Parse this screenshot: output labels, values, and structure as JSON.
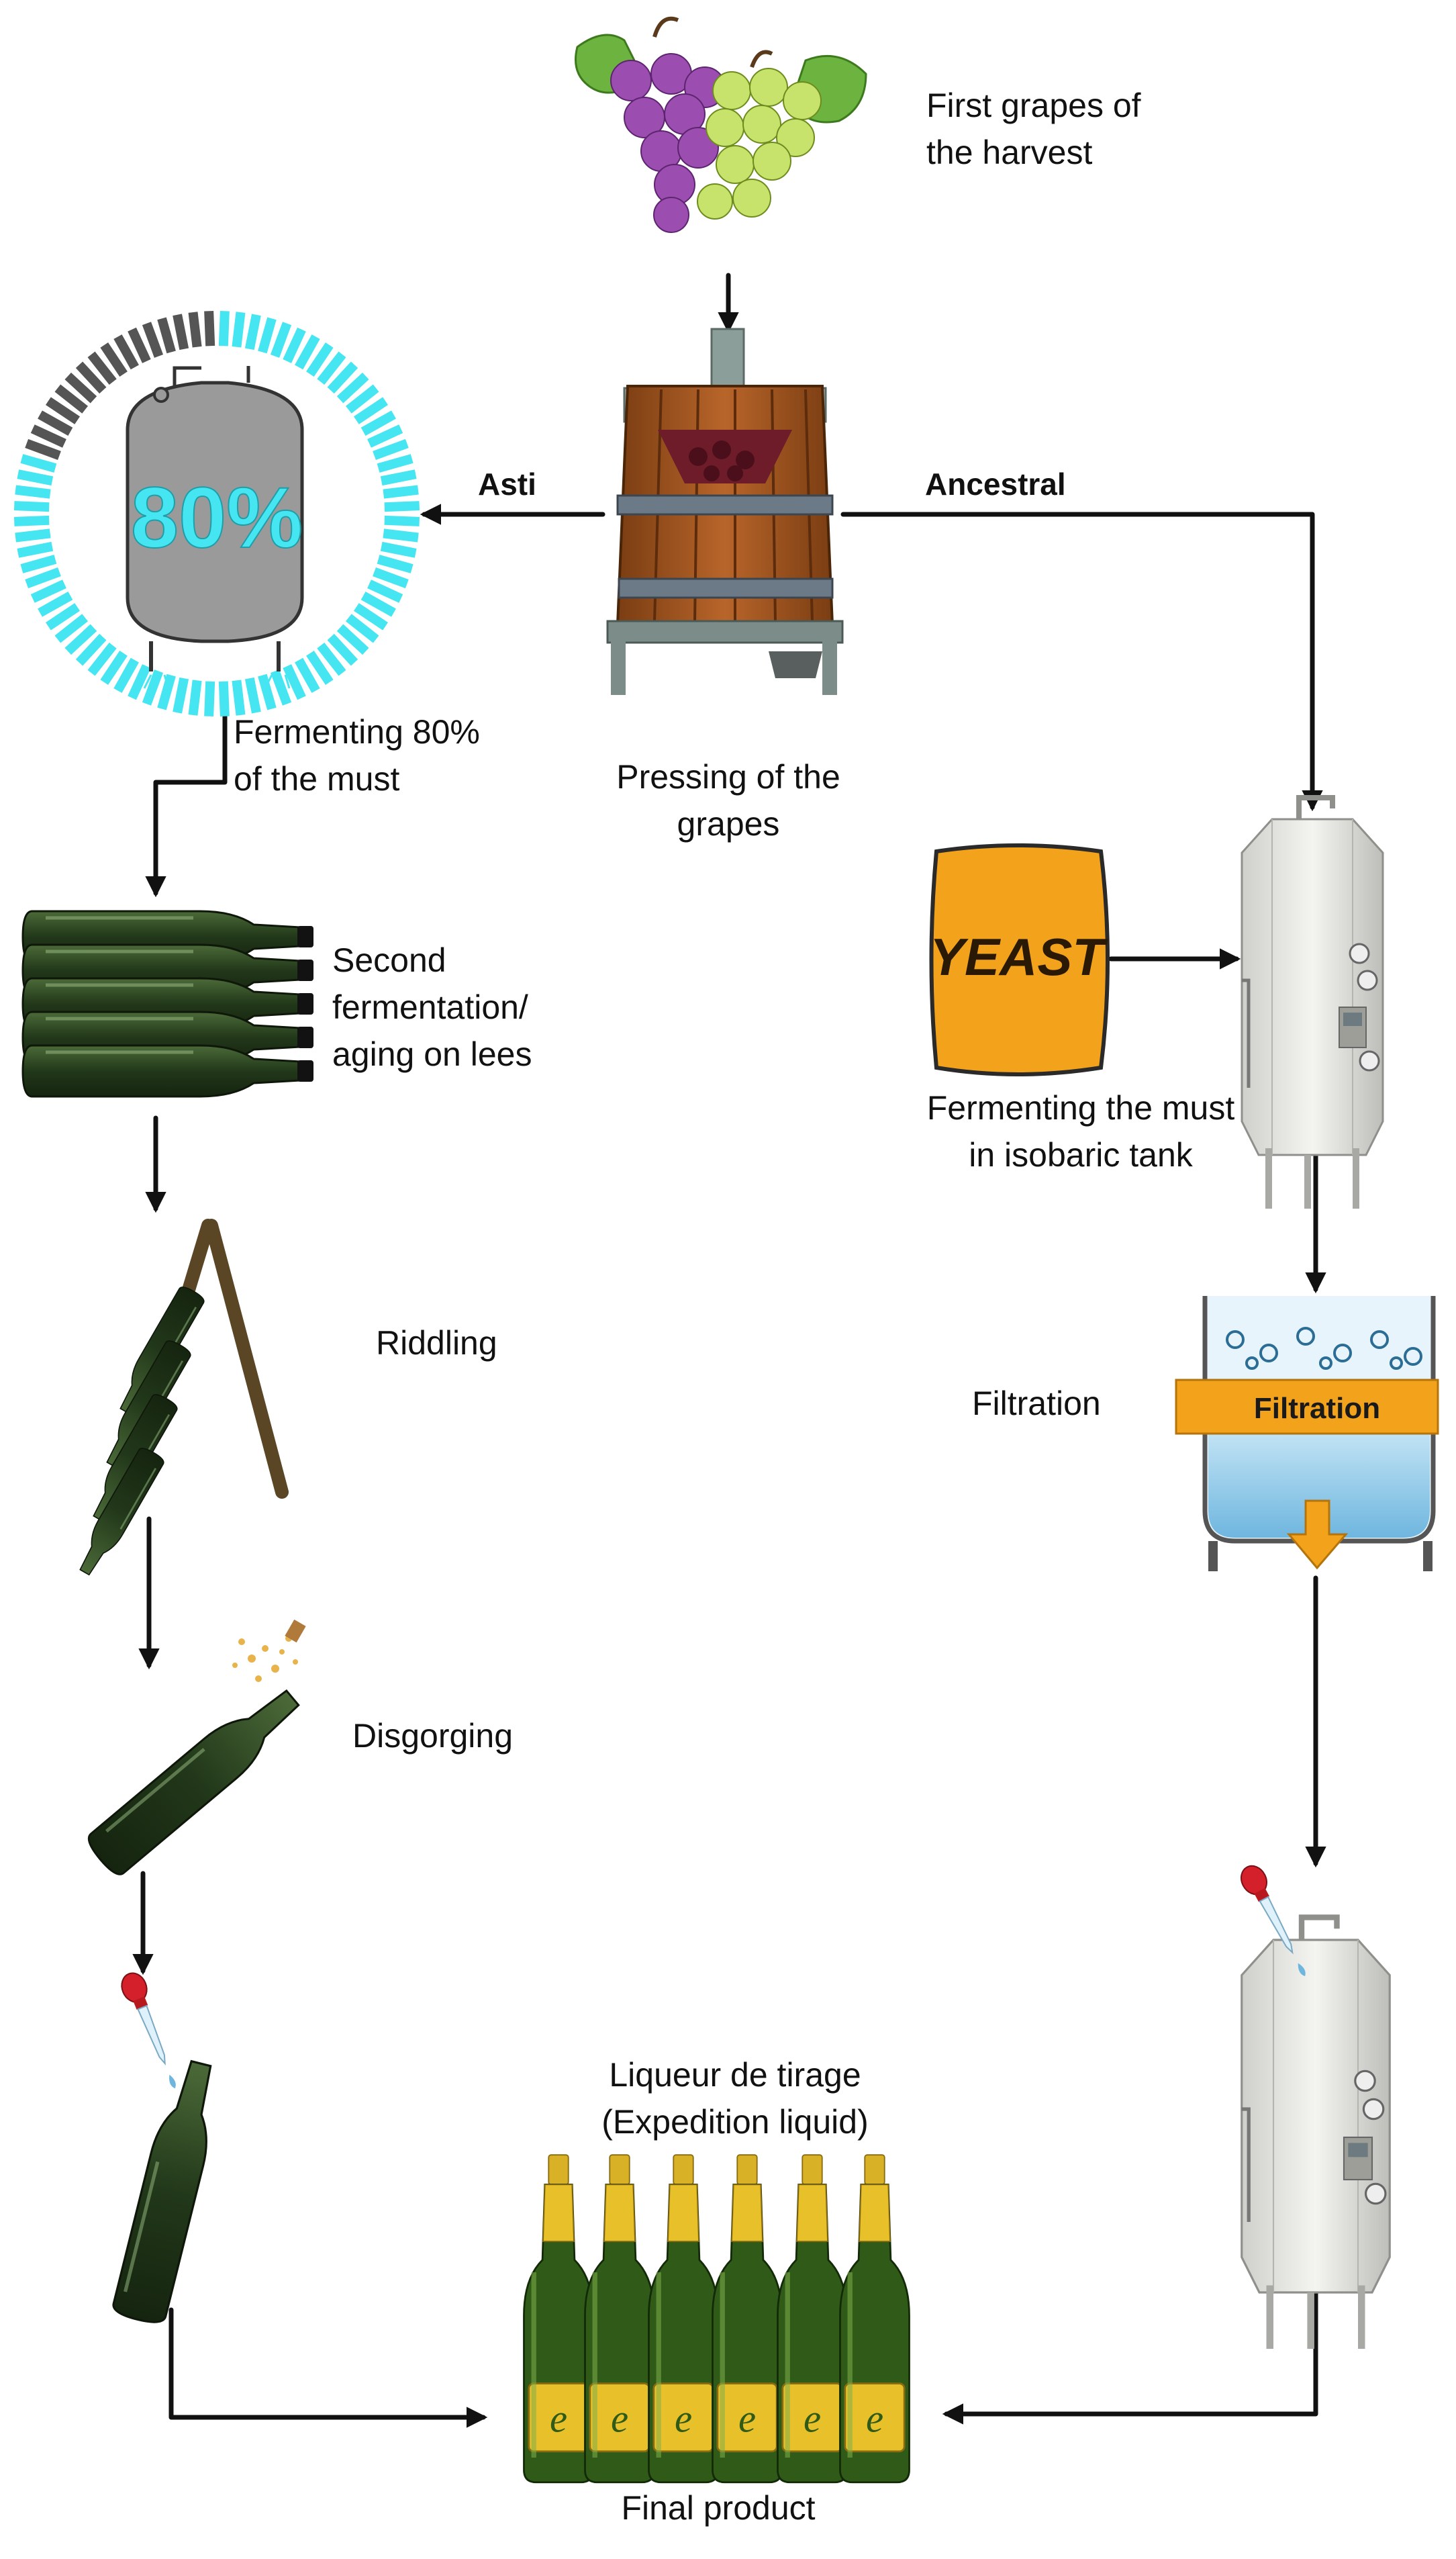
{
  "labels": {
    "grapes": [
      "First grapes of",
      "the harvest"
    ],
    "pressing": [
      "Pressing of the",
      "grapes"
    ],
    "branch_left": "Asti",
    "branch_right": "Ancestral",
    "ferment80": [
      "Fermenting 80%",
      "of the must"
    ],
    "tank_percent": "80%",
    "second_ferm": [
      "Second",
      "fermentation/",
      "aging on lees"
    ],
    "riddling": "Riddling",
    "disgorging": "Disgorging",
    "yeast": "YEAST",
    "ferment_isobaric": [
      "Fermenting the must",
      "in isobaric tank"
    ],
    "filtration_label": "Filtration",
    "filtration_band": "Filtration",
    "liqueur": "Liqueur de tirage",
    "expedition": "(Expedition liquid)",
    "final_product": "Final product",
    "bottle_label_letter": "e"
  },
  "colors": {
    "arrow": "#111111",
    "ring_fill": "#45E6F2",
    "ring_empty": "#555555",
    "tank_body": "#9A9A9A",
    "tank_percent_text": "#45E6F2",
    "yeast_bag": "#F3A21C",
    "filtration_band": "#F3A21C",
    "filter_water": "#8ECBEA",
    "bottle_green": "#2E4A22",
    "bottle_gold": "#E8C12A"
  },
  "progress": {
    "fermented_fraction": 0.8
  }
}
